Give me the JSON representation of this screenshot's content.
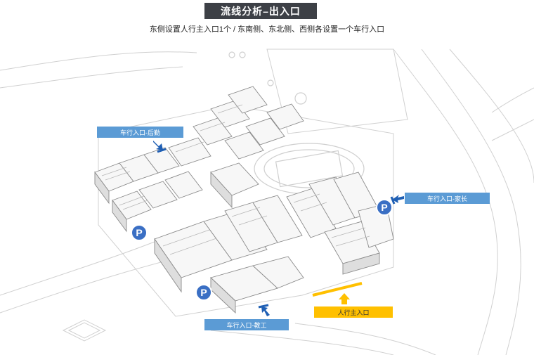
{
  "title": "流线分析–出入口",
  "subtitle": "东侧设置人行主入口1个 / 东南侧、东北侧、西侧各设置一个车行入口",
  "labels": {
    "logistics": "车行入口-后勤",
    "parents": "车行入口-家长",
    "staff": "车行入口-教工",
    "pedestrian": "人行主入口"
  },
  "parking_symbol": "P",
  "colors": {
    "title_bg": "#3d4046",
    "vehicle_label": "#5b9bd5",
    "pedestrian_label": "#ffc000",
    "parking": "#3a6fc4",
    "vehicle_arrow": "#1f5fb4",
    "pedestrian_arrow": "#ffc000"
  }
}
